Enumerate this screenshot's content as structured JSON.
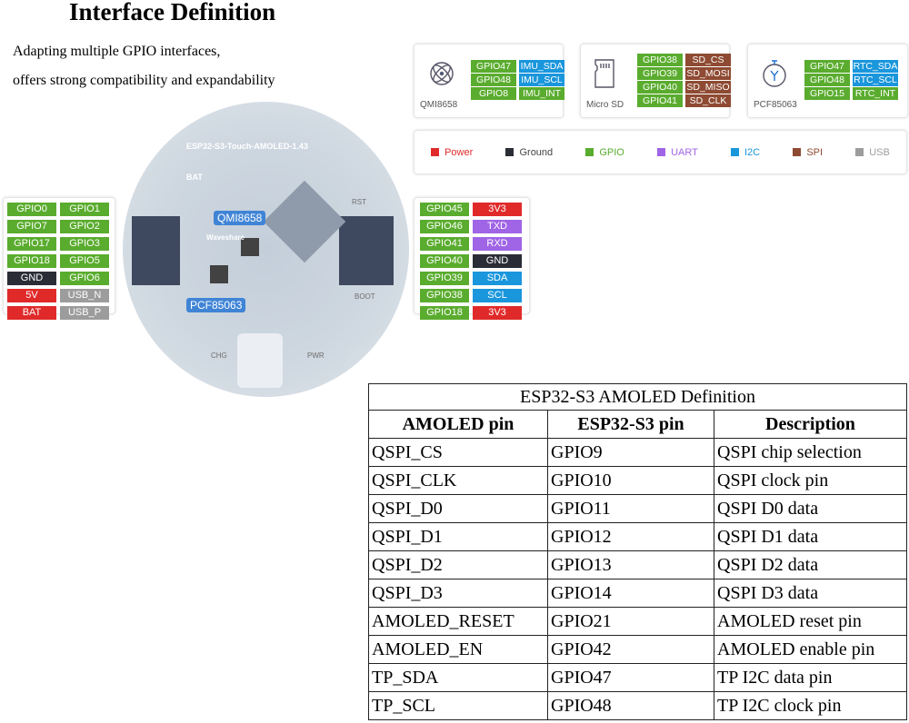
{
  "title": "Interface Definition",
  "subtitle": [
    "Adapting multiple GPIO interfaces,",
    "offers strong compatibility and expandability"
  ],
  "colors": {
    "power": "#e02a2a",
    "ground": "#2b2d36",
    "gpio": "#5aac2e",
    "uart": "#a064e6",
    "i2c": "#1a96dc",
    "spi": "#8e4a32",
    "usb": "#9c9c9c"
  },
  "board": {
    "name": "ESP32-S3-Touch-AMOLED-1.43",
    "brand": "Waveshare",
    "callouts": [
      "QMI8658",
      "PCF85063"
    ],
    "labels": [
      "BAT",
      "RST",
      "BOOT",
      "PWR",
      "CHG"
    ]
  },
  "left_pins": [
    [
      {
        "t": "GPIO0",
        "c": "gpio"
      },
      {
        "t": "GPIO1",
        "c": "gpio"
      }
    ],
    [
      {
        "t": "GPIO7",
        "c": "gpio"
      },
      {
        "t": "GPIO2",
        "c": "gpio"
      }
    ],
    [
      {
        "t": "GPIO17",
        "c": "gpio"
      },
      {
        "t": "GPIO3",
        "c": "gpio"
      }
    ],
    [
      {
        "t": "GPIO18",
        "c": "gpio"
      },
      {
        "t": "GPIO5",
        "c": "gpio"
      }
    ],
    [
      {
        "t": "GND",
        "c": "ground"
      },
      {
        "t": "GPIO6",
        "c": "gpio"
      }
    ],
    [
      {
        "t": "5V",
        "c": "power"
      },
      {
        "t": "USB_N",
        "c": "usb"
      }
    ],
    [
      {
        "t": "BAT",
        "c": "power"
      },
      {
        "t": "USB_P",
        "c": "usb"
      }
    ]
  ],
  "right_pins": [
    [
      {
        "t": "GPIO45",
        "c": "gpio"
      },
      {
        "t": "3V3",
        "c": "power"
      }
    ],
    [
      {
        "t": "GPIO46",
        "c": "gpio"
      },
      {
        "t": "TXD",
        "c": "uart"
      }
    ],
    [
      {
        "t": "GPIO41",
        "c": "gpio"
      },
      {
        "t": "RXD",
        "c": "uart"
      }
    ],
    [
      {
        "t": "GPIO40",
        "c": "gpio"
      },
      {
        "t": "GND",
        "c": "ground"
      }
    ],
    [
      {
        "t": "GPIO39",
        "c": "gpio"
      },
      {
        "t": "SDA",
        "c": "i2c"
      }
    ],
    [
      {
        "t": "GPIO38",
        "c": "gpio"
      },
      {
        "t": "SCL",
        "c": "i2c"
      }
    ],
    [
      {
        "t": "GPIO18",
        "c": "gpio"
      },
      {
        "t": "3V3",
        "c": "power"
      }
    ]
  ],
  "modules": [
    {
      "name": "QMI8658",
      "icon": "gyroscope-icon",
      "pins": [
        [
          "GPIO47",
          "IMU_SDA",
          "i2c"
        ],
        [
          "GPIO48",
          "IMU_SCL",
          "i2c"
        ],
        [
          "GPIO8",
          "IMU_INT",
          "gpio"
        ]
      ]
    },
    {
      "name": "Micro SD",
      "icon": "sd-card-icon",
      "pins": [
        [
          "GPIO38",
          "SD_CS",
          "spi"
        ],
        [
          "GPIO39",
          "SD_MOSI",
          "spi"
        ],
        [
          "GPIO40",
          "SD_MISO",
          "spi"
        ],
        [
          "GPIO41",
          "SD_CLK",
          "spi"
        ]
      ]
    },
    {
      "name": "PCF85063",
      "icon": "stopwatch-icon",
      "pins": [
        [
          "GPIO47",
          "RTC_SDA",
          "i2c"
        ],
        [
          "GPIO48",
          "RTC_SCL",
          "i2c"
        ],
        [
          "GPIO15",
          "RTC_INT",
          "gpio"
        ]
      ]
    }
  ],
  "legend": [
    {
      "label": "Power",
      "c": "power"
    },
    {
      "label": "Ground",
      "c": "ground"
    },
    {
      "label": "GPIO",
      "c": "gpio"
    },
    {
      "label": "UART",
      "c": "uart"
    },
    {
      "label": "I2C",
      "c": "i2c"
    },
    {
      "label": "SPI",
      "c": "spi"
    },
    {
      "label": "USB",
      "c": "usb"
    }
  ],
  "table": {
    "title": "ESP32-S3 AMOLED Definition",
    "headers": [
      "AMOLED pin",
      "ESP32-S3 pin",
      "Description"
    ],
    "rows": [
      [
        "QSPI_CS",
        "GPIO9",
        "QSPI chip selection"
      ],
      [
        "QSPI_CLK",
        "GPIO10",
        "QSPI clock pin"
      ],
      [
        "QSPI_D0",
        "GPIO11",
        "QSPI D0 data"
      ],
      [
        "QSPI_D1",
        "GPIO12",
        "QSPI D1 data"
      ],
      [
        "QSPI_D2",
        "GPIO13",
        "QSPI D2 data"
      ],
      [
        "QSPI_D3",
        "GPIO14",
        "QSPI D3 data"
      ],
      [
        "AMOLED_RESET",
        "GPIO21",
        "AMOLED reset pin"
      ],
      [
        "AMOLED_EN",
        "GPIO42",
        "AMOLED enable pin"
      ],
      [
        "TP_SDA",
        "GPIO47",
        "TP I2C data pin"
      ],
      [
        "TP_SCL",
        "GPIO48",
        "TP I2C clock pin"
      ]
    ]
  }
}
